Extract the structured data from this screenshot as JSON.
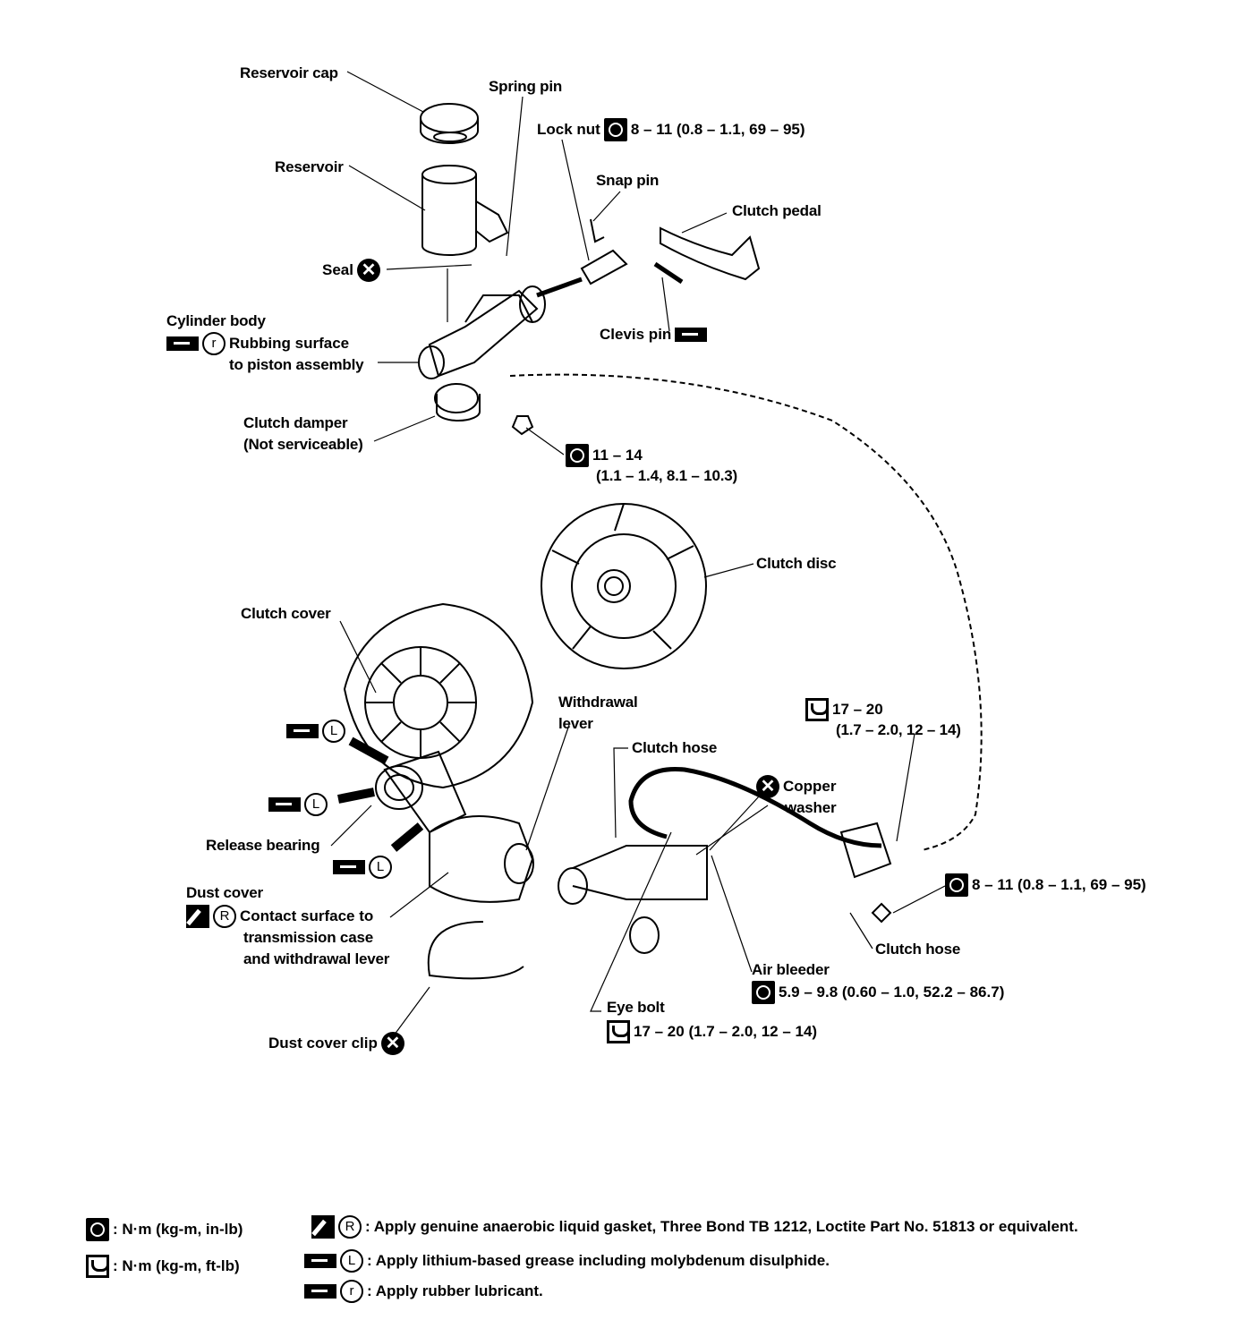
{
  "labels": {
    "reservoir_cap": "Reservoir cap",
    "spring_pin": "Spring pin",
    "lock_nut": "Lock nut",
    "lock_nut_torque": "8 – 11 (0.8 – 1.1, 69 – 95)",
    "snap_pin": "Snap pin",
    "clutch_pedal": "Clutch pedal",
    "reservoir": "Reservoir",
    "seal": "Seal",
    "clevis_pin": "Clevis pin",
    "cylinder_body": "Cylinder body",
    "rubbing_surface": "Rubbing surface",
    "to_piston_assembly": "to piston assembly",
    "clutch_damper": "Clutch damper",
    "not_serviceable": "(Not serviceable)",
    "torque_11_14": "11 – 14",
    "torque_11_14_sub": "(1.1 – 1.4, 8.1 – 10.3)",
    "clutch_disc": "Clutch disc",
    "clutch_cover": "Clutch cover",
    "withdrawal": "Withdrawal",
    "lever": "lever",
    "torque_17_20": "17 – 20",
    "torque_17_20_sub": "(1.7 – 2.0, 12 – 14)",
    "clutch_hose_top": "Clutch hose",
    "copper": "Copper",
    "washer": "washer",
    "release_bearing": "Release bearing",
    "hose_bolt_torque": "8 – 11 (0.8 – 1.1, 69 – 95)",
    "dust_cover": "Dust cover",
    "contact_surface": "Contact surface to",
    "transmission_case": "transmission case",
    "and_withdrawal_lever": "and withdrawal lever",
    "clutch_hose_bottom": "Clutch hose",
    "air_bleeder": "Air bleeder",
    "air_bleeder_torque": "5.9 – 9.8 (0.60 – 1.0, 52.2 – 86.7)",
    "eye_bolt": "Eye bolt",
    "eye_bolt_torque": "17 – 20 (1.7 – 2.0, 12 – 14)",
    "dust_cover_clip": "Dust cover clip"
  },
  "symbols": {
    "r": "r",
    "L": "L",
    "R": "R",
    "x": "✕"
  },
  "legend": {
    "nm_in_lb": ": N·m (kg-m, in-lb)",
    "nm_ft_lb": ": N·m (kg-m, ft-lb)",
    "gasket": ": Apply genuine anaerobic liquid gasket, Three Bond TB 1212, Loctite Part No. 51813 or equivalent.",
    "grease": ": Apply lithium-based grease including molybdenum disulphide.",
    "rubber": ": Apply rubber lubricant."
  }
}
